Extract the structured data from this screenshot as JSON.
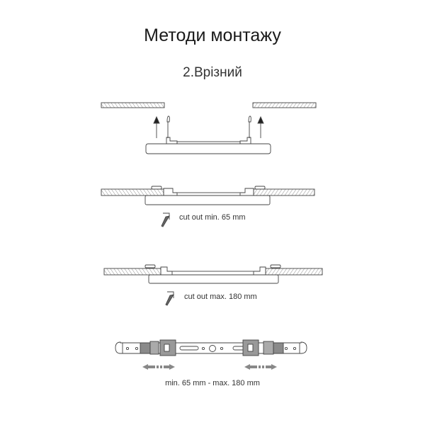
{
  "title": "Методи монтажу",
  "subtitle": "2.Врізний",
  "steps": {
    "cutout_min_label": "cut out min. 65 mm",
    "cutout_max_label": "cut out max. 180 mm",
    "range_label": "min. 65 mm - max. 180 mm"
  },
  "colors": {
    "line": "#444444",
    "bracket": "#8a8a8a",
    "arrow": "#888888"
  }
}
